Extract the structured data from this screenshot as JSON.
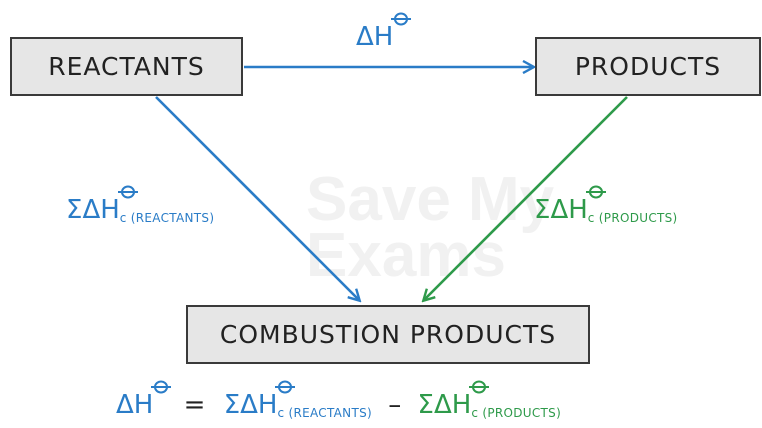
{
  "boxes": {
    "reactants": "REACTANTS",
    "products": "PRODUCTS",
    "combustion": "COMBUSTION PRODUCTS"
  },
  "labels": {
    "top_arrow": {
      "delta": "Δ",
      "h": "H"
    },
    "left_arrow": {
      "sigma": "Σ",
      "delta": "Δ",
      "h": "H",
      "subscript": "c (REACTANTS)"
    },
    "right_arrow": {
      "sigma": "Σ",
      "delta": "Δ",
      "h": "H",
      "subscript": "c (PRODUCTS)"
    }
  },
  "equation": {
    "lhs_delta": "Δ",
    "lhs_h": "H",
    "equals": "=",
    "term1_sigma": "Σ",
    "term1_delta": "Δ",
    "term1_h": "H",
    "term1_sub": "c (REACTANTS)",
    "minus": "–",
    "term2_sigma": "Σ",
    "term2_delta": "Δ",
    "term2_h": "H",
    "term2_sub": "c (PRODUCTS)"
  },
  "watermark": {
    "line1": "Save My",
    "line2": "Exams"
  },
  "colors": {
    "blue": "#2a7cc7",
    "green": "#2e9a4a",
    "box_fill": "#e6e6e6",
    "box_border": "#3a3a3a"
  },
  "icons": {
    "standard_state": "plimsoll-theta-icon"
  }
}
